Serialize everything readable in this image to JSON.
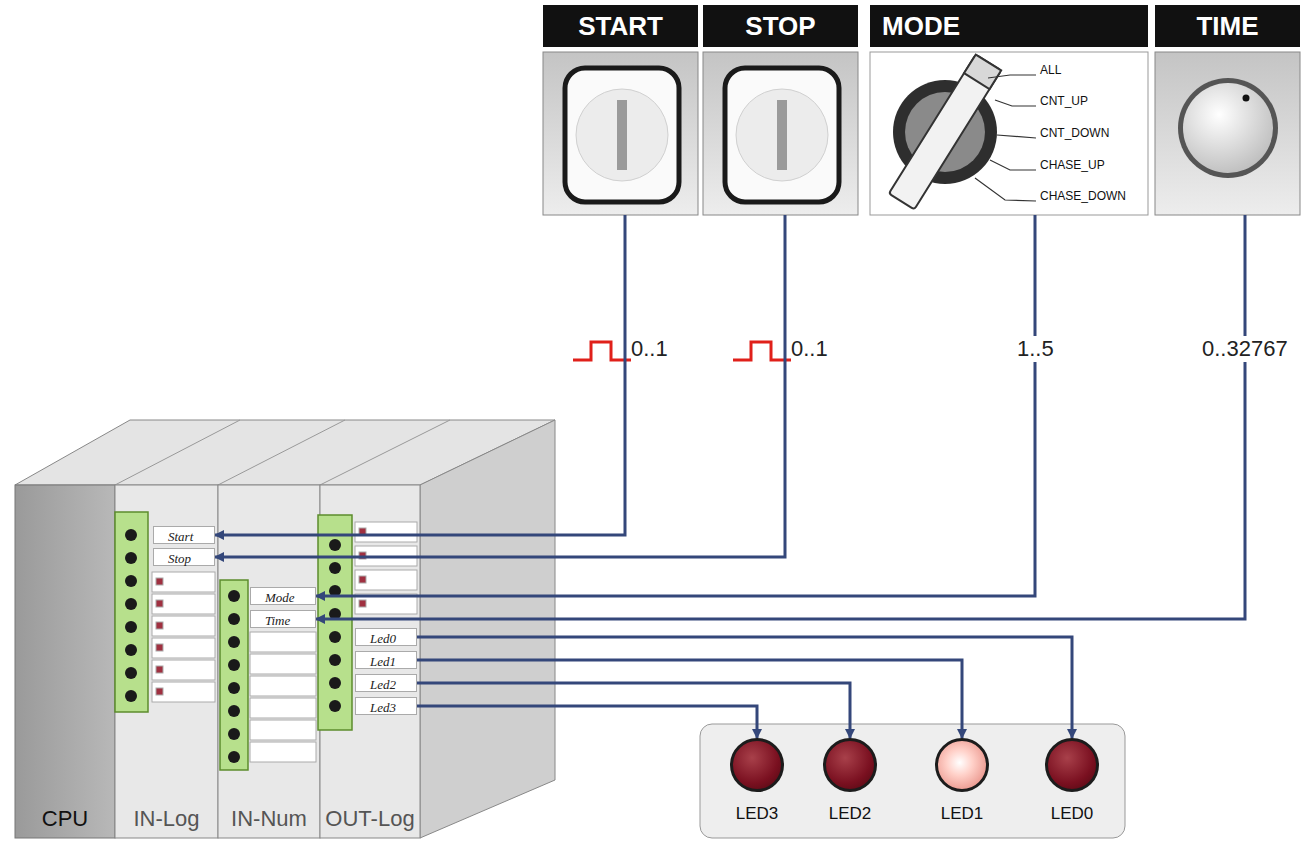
{
  "diagram": {
    "nodes": [
      {
        "text": [
          "START"
        ]
      },
      {
        "text": [
          "STOP"
        ]
      },
      {
        "text": [
          "MODE",
          "ALL",
          "CNT_UP",
          "CNT_DOWN",
          "CHASE_UP",
          "CHASE_DOWN"
        ]
      },
      {
        "text": [
          "TIME"
        ]
      },
      {
        "text": [
          "CPU"
        ]
      },
      {
        "text": [
          "IN-Log"
        ]
      },
      {
        "text": [
          "IN-Num"
        ]
      },
      {
        "text": [
          "OUT-Log"
        ]
      },
      {
        "text": [
          "Start"
        ],
        "in": 5
      },
      {
        "text": [
          "Stop"
        ],
        "in": 5
      },
      {
        "text": [
          "Mode"
        ],
        "in": 6
      },
      {
        "text": [
          "Time"
        ],
        "in": 6
      },
      {
        "text": [
          "Led0"
        ],
        "in": 7
      },
      {
        "text": [
          "Led1"
        ],
        "in": 7
      },
      {
        "text": [
          "Led2"
        ],
        "in": 7
      },
      {
        "text": [
          "Led3"
        ],
        "in": 7
      },
      {
        "text": [
          "LED3"
        ]
      },
      {
        "text": [
          "LED2"
        ]
      },
      {
        "text": [
          "LED1"
        ]
      },
      {
        "text": [
          "LED0"
        ]
      }
    ],
    "edges": [
      {
        "from": 0,
        "to": 8,
        "arrow": "to",
        "label": "0..1"
      },
      {
        "from": 1,
        "to": 9,
        "arrow": "to",
        "label": "0..1"
      },
      {
        "from": 2,
        "to": 10,
        "arrow": "to",
        "label": "1..5"
      },
      {
        "from": 3,
        "to": 11,
        "arrow": "to",
        "label": "0..32767"
      },
      {
        "from": 12,
        "to": 19,
        "arrow": "to"
      },
      {
        "from": 13,
        "to": 18,
        "arrow": "to"
      },
      {
        "from": 14,
        "to": 17,
        "arrow": "to"
      },
      {
        "from": 15,
        "to": 16,
        "arrow": "to"
      }
    ]
  }
}
